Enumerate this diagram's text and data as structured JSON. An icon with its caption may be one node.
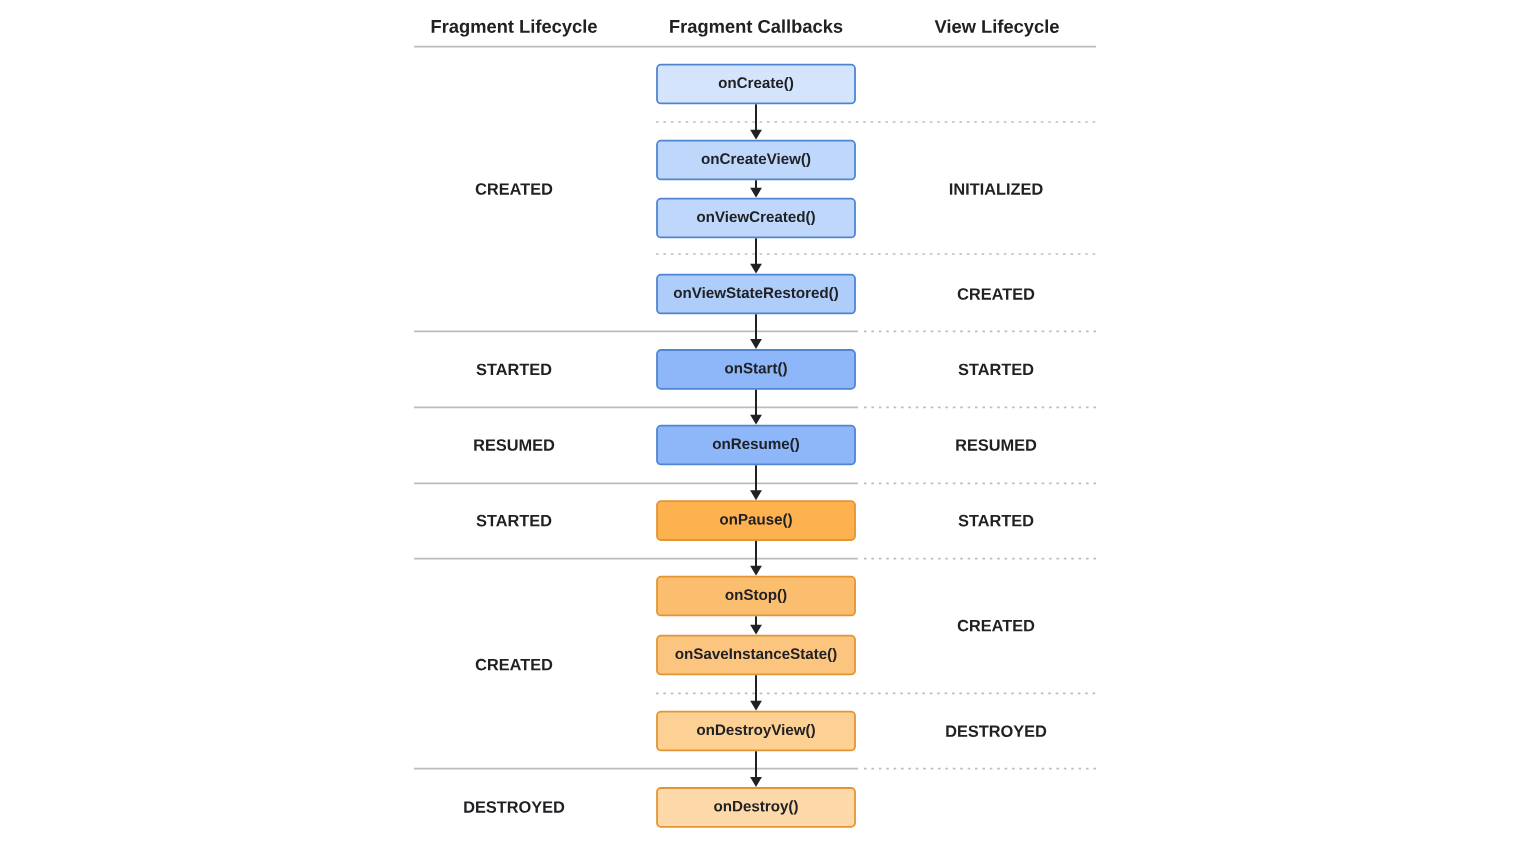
{
  "diagram": {
    "nodes": [
      {
        "text": [
          "onCreate()"
        ]
      },
      {
        "text": [
          "onCreateView()"
        ]
      },
      {
        "text": [
          "onViewCreated()"
        ]
      },
      {
        "text": [
          "onViewStateRestored()"
        ]
      },
      {
        "text": [
          "onStart()"
        ]
      },
      {
        "text": [
          "onResume()"
        ]
      },
      {
        "text": [
          "onPause()"
        ]
      },
      {
        "text": [
          "onStop()"
        ]
      },
      {
        "text": [
          "onSaveInstanceState()"
        ]
      },
      {
        "text": [
          "onDestroyView()"
        ]
      },
      {
        "text": [
          "onDestroy()"
        ]
      }
    ],
    "edges": [
      {
        "from": 0,
        "to": 1,
        "arrow": "to"
      },
      {
        "from": 1,
        "to": 2,
        "arrow": "to"
      },
      {
        "from": 2,
        "to": 3,
        "arrow": "to"
      },
      {
        "from": 3,
        "to": 4,
        "arrow": "to"
      },
      {
        "from": 4,
        "to": 5,
        "arrow": "to"
      },
      {
        "from": 5,
        "to": 6,
        "arrow": "to"
      },
      {
        "from": 6,
        "to": 7,
        "arrow": "to"
      },
      {
        "from": 7,
        "to": 8,
        "arrow": "to"
      },
      {
        "from": 8,
        "to": 9,
        "arrow": "to"
      },
      {
        "from": 9,
        "to": 10,
        "arrow": "to"
      }
    ],
    "labels": [
      "Fragment Lifecycle",
      "Fragment Callbacks",
      "View Lifecycle",
      "CREATED",
      "INITIALIZED",
      "CREATED",
      "STARTED",
      "STARTED",
      "RESUMED",
      "RESUMED",
      "STARTED",
      "STARTED",
      "CREATED",
      "CREATED",
      "DESTROYED",
      "DESTROYED"
    ]
  }
}
